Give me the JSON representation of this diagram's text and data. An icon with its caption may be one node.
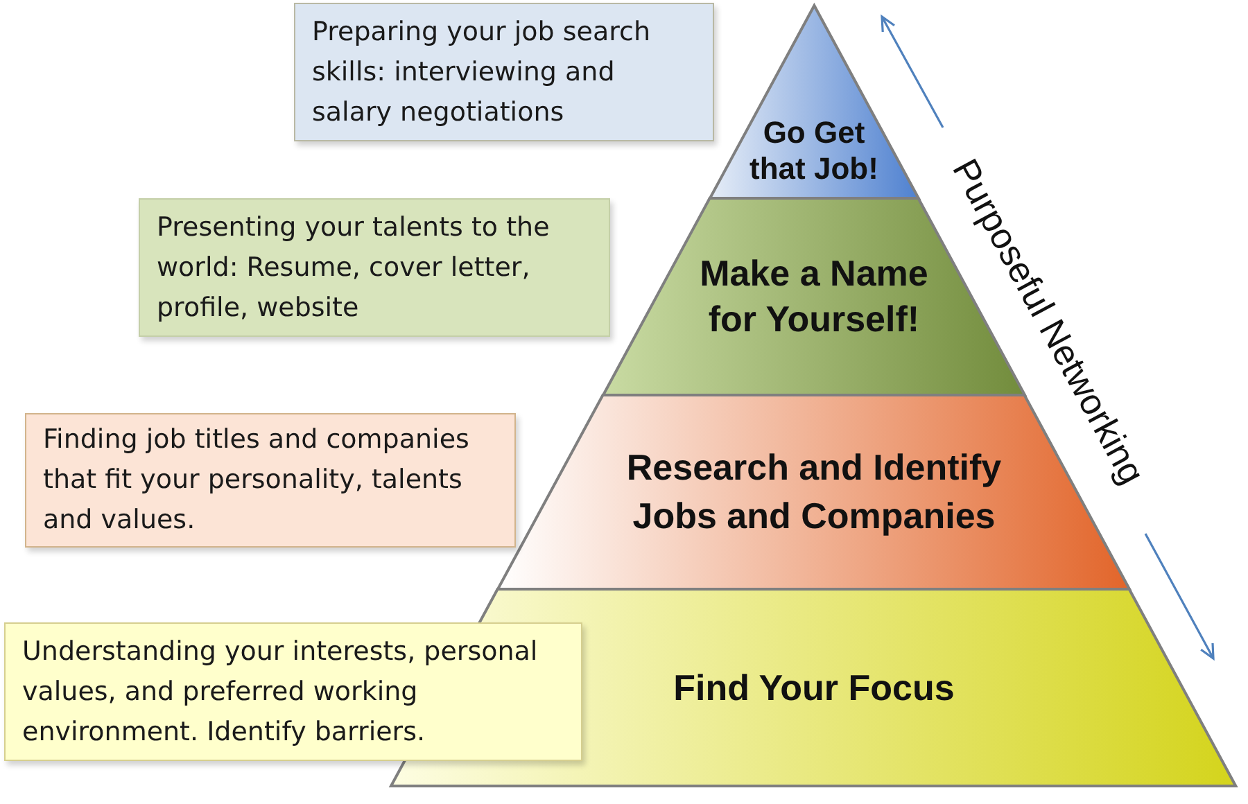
{
  "diagram": {
    "nodes": [
      {
        "text": [
          "Preparing your job search skills: interviewing and salary negotiations"
        ]
      },
      {
        "text": [
          "Go Get that Job!"
        ]
      },
      {
        "text": [
          "Presenting your talents to the world: Resume, cover letter, profile, website"
        ]
      },
      {
        "text": [
          "Make a Name for Yourself!"
        ]
      },
      {
        "text": [
          "Finding job titles and companies that fit your personality, talents and values."
        ]
      },
      {
        "text": [
          "Research and Identify Jobs and Companies"
        ]
      },
      {
        "text": [
          "Understanding your interests, personal values, and preferred working environment. Identify barriers."
        ]
      },
      {
        "text": [
          "Find Your Focus"
        ]
      }
    ],
    "labels": [
      "Purposeful Networking"
    ]
  }
}
